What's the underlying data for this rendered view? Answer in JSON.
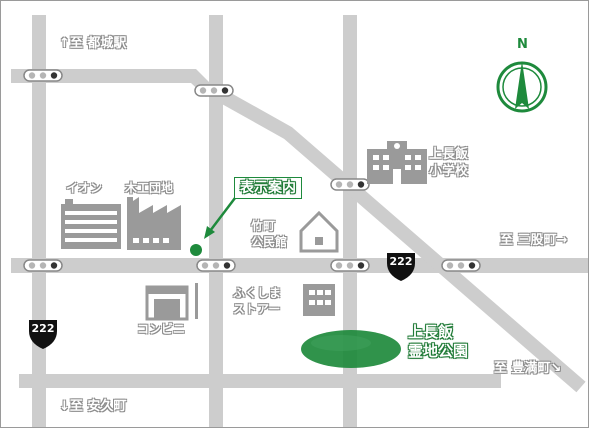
{
  "colors": {
    "road": "#cdcdcd",
    "green": "#1e8a3c",
    "building": "#9a9a9a"
  },
  "north": {
    "label": "N",
    "icon": "north-compass-icon"
  },
  "destinations": {
    "miyakonojo": "↑至 都城駅",
    "sanmata": "至 三股町→",
    "toyomitsu": "至 豊満町↘",
    "yasuhisa": "↓至 安久町"
  },
  "route_shields": [
    {
      "number": "222"
    },
    {
      "number": "222"
    }
  ],
  "landmarks": {
    "here": "表示案内",
    "aeon": "イオン",
    "factory": "木工団地",
    "public_hall": [
      "竹町",
      "公民館"
    ],
    "school": [
      "上長飯",
      "小学校"
    ],
    "convenience_store": "コンビニ",
    "fukushima_store": [
      "ふくしま",
      "ストアー"
    ],
    "cemetery_park": [
      "上長飯",
      "霊地公園"
    ]
  },
  "icons": [
    "traffic-light-icon",
    "school-icon",
    "house-icon",
    "factory-icon",
    "shopping-mall-icon",
    "convenience-store-icon",
    "shop-icon",
    "location-pin-icon"
  ]
}
